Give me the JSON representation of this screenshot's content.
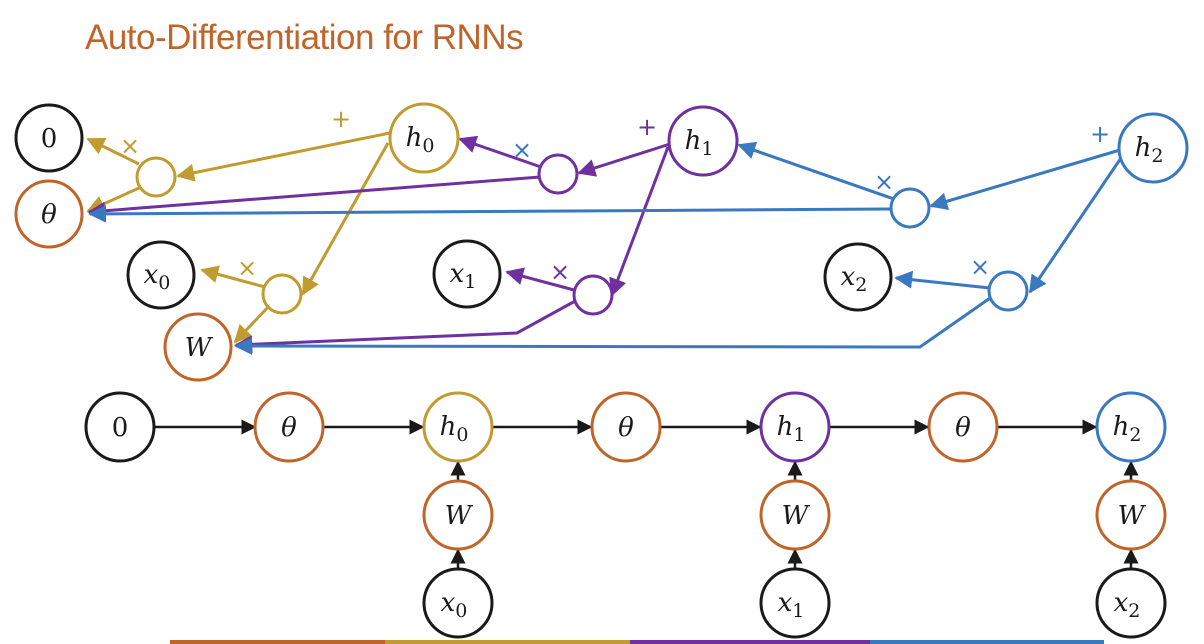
{
  "title": "Auto-Differentiation for RNNs",
  "colors": {
    "black": "#1a1a1a",
    "orange": "#c0642a",
    "gold": "#c19a30",
    "purple": "#7030a0",
    "blue": "#3a78c0",
    "title": "#c0642a"
  },
  "nodes": {
    "zero": "0",
    "theta": "θ",
    "W": "W",
    "h": "h",
    "x": "x",
    "sub0": "0",
    "sub1": "1",
    "sub2": "2"
  },
  "ops": {
    "plus": "+",
    "times": "×"
  }
}
